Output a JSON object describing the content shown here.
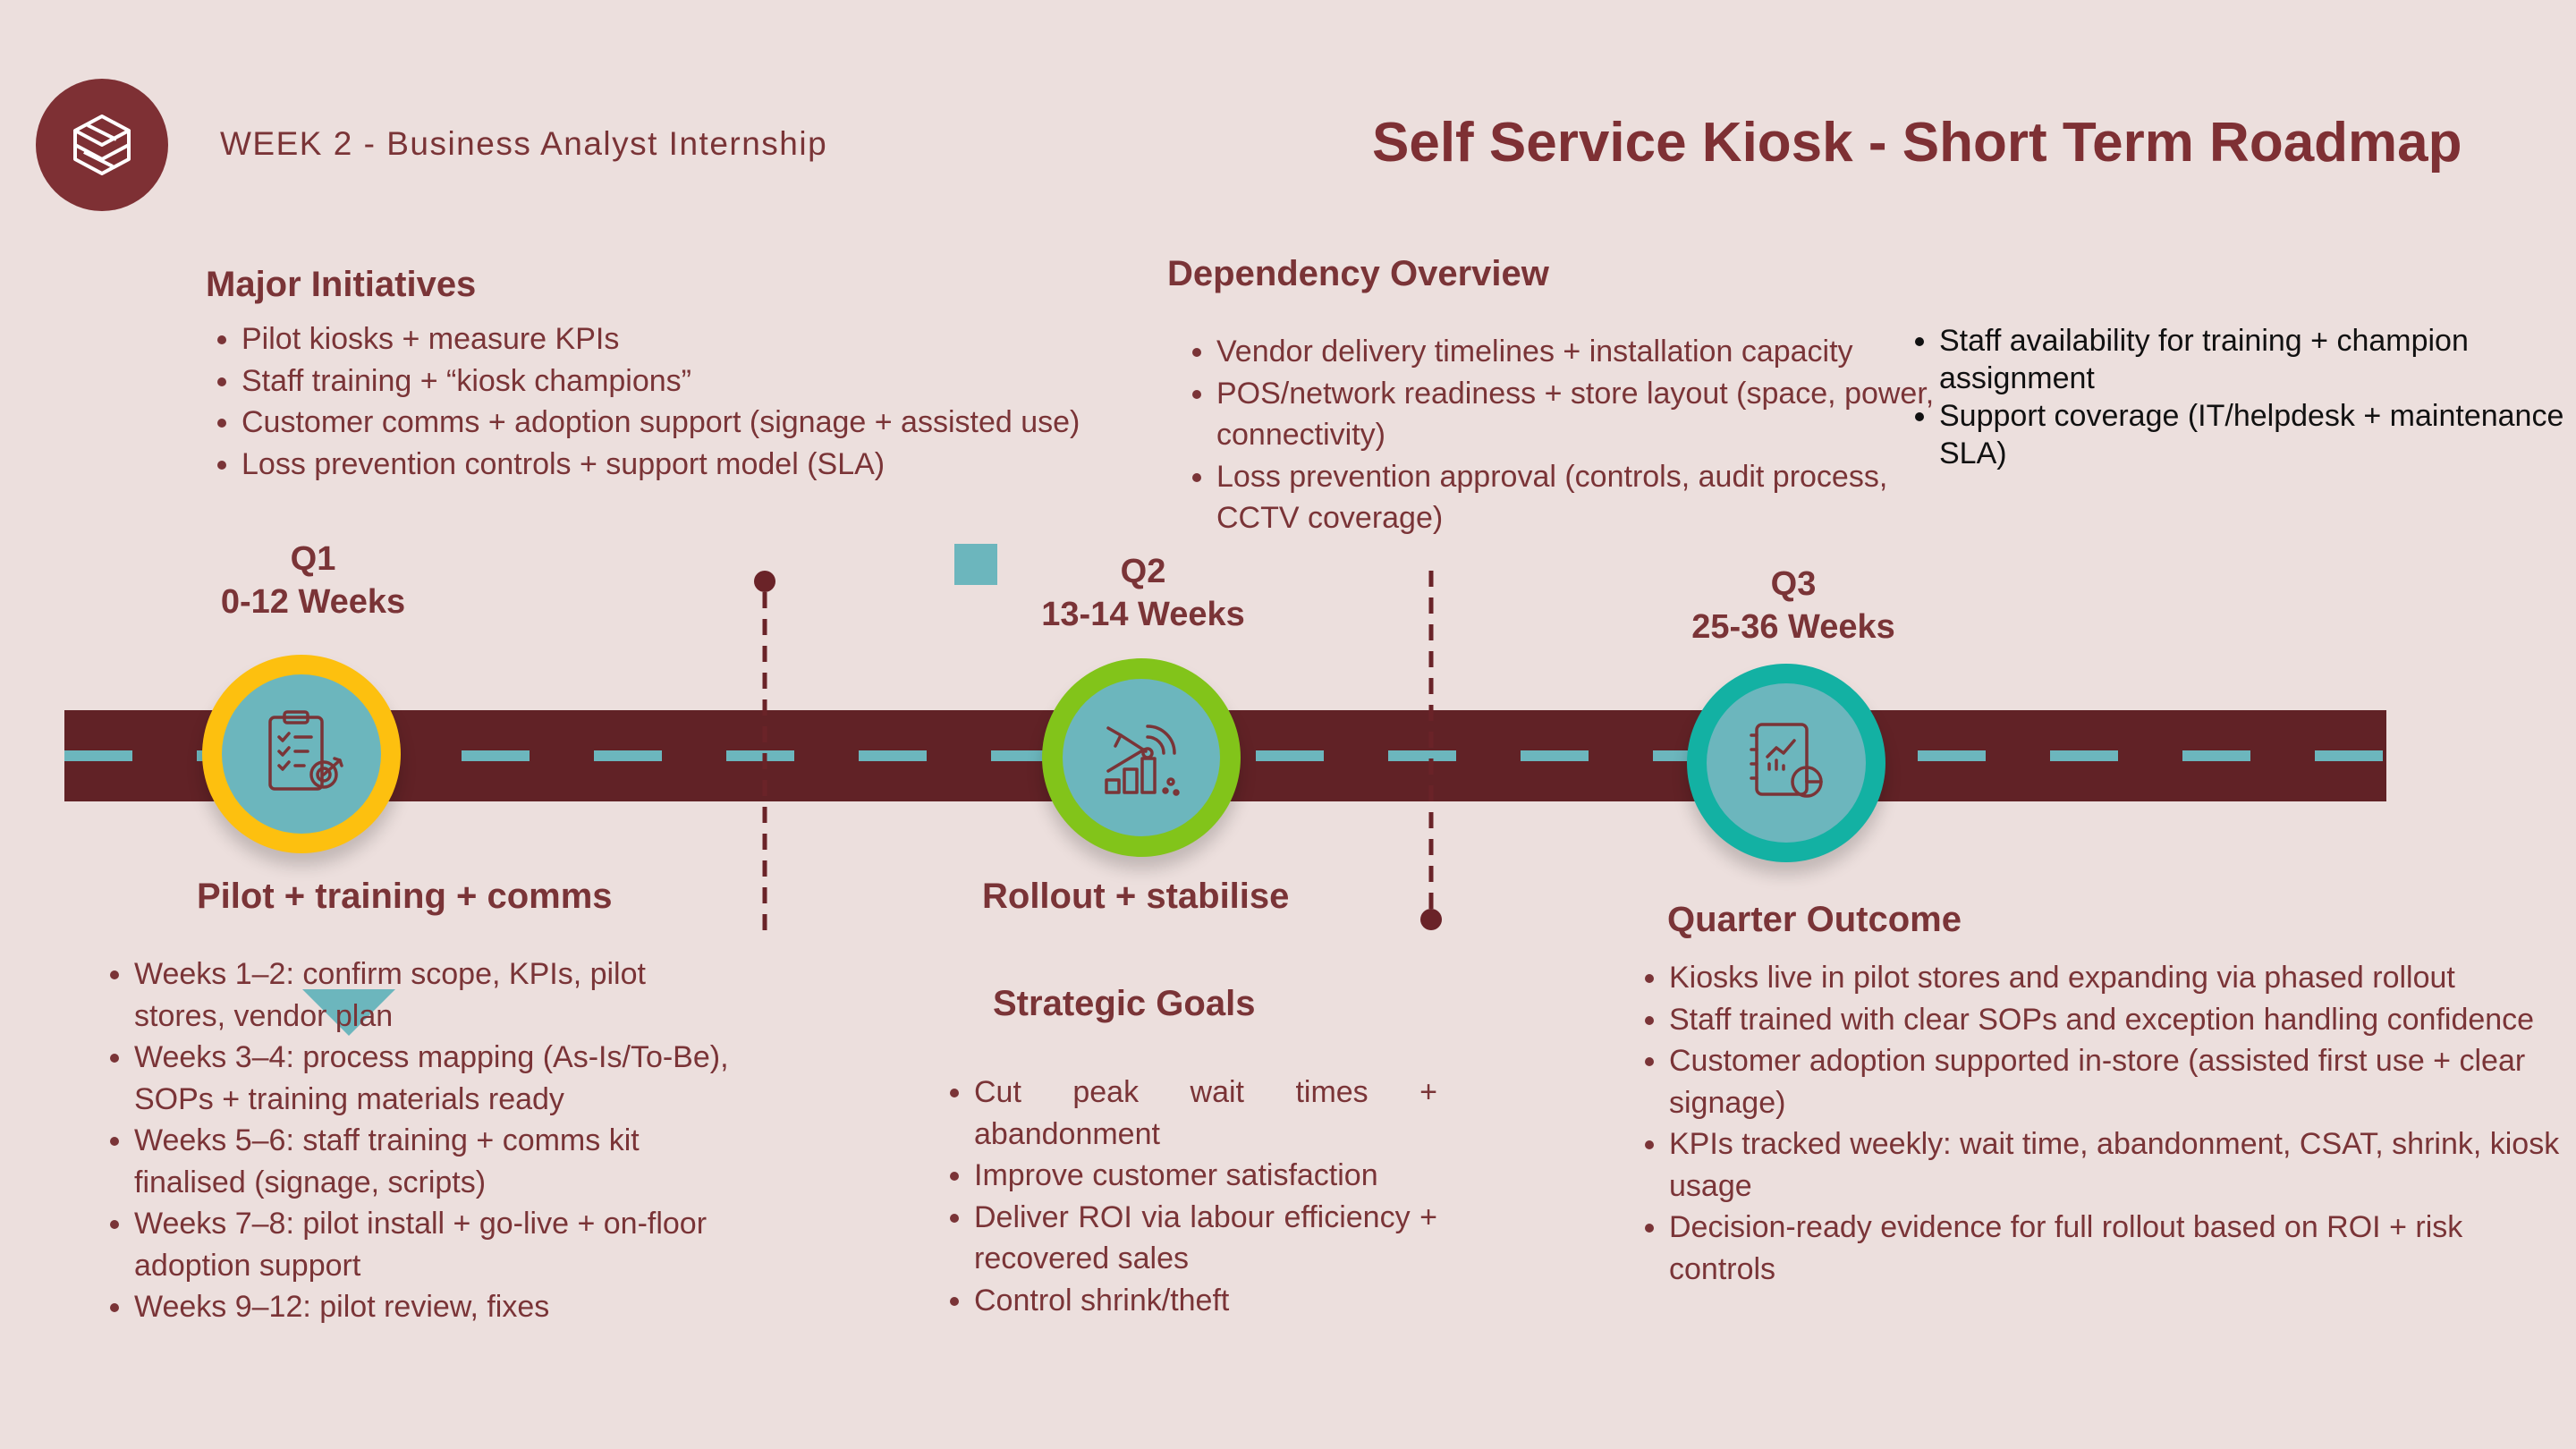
{
  "header": {
    "subtitle": "WEEK 2 - Business Analyst Internship",
    "title": "Self Service Kiosk - Short Term Roadmap"
  },
  "major_initiatives": {
    "heading": "Major Initiatives",
    "items": [
      "Pilot kiosks + measure KPIs",
      "Staff training + “kiosk champions”",
      "Customer comms + adoption support (signage + assisted use)",
      "Loss prevention controls + support model (SLA)"
    ]
  },
  "dependency_overview": {
    "heading": "Dependency Overview",
    "items": [
      "Vendor delivery timelines + installation capacity",
      "POS/network readiness + store layout (space, power, connectivity)",
      "Loss prevention approval (controls, audit process, CCTV coverage)"
    ],
    "items_right": [
      "Staff availability for training + champion assignment",
      "Support coverage (IT/helpdesk + maintenance SLA)"
    ]
  },
  "quarters": [
    {
      "label": "Q1",
      "range": "0-12 Weeks",
      "ring_color": "#fdc00f",
      "icon": "clipboard-target-icon"
    },
    {
      "label": "Q2",
      "range": "13-14 Weeks",
      "ring_color": "#82c41a",
      "icon": "growth-target-icon"
    },
    {
      "label": "Q3",
      "range": "25-36 Weeks",
      "ring_color": "#13b1a3",
      "icon": "report-chart-icon"
    }
  ],
  "pilot": {
    "heading": "Pilot + training + comms",
    "items": [
      "Weeks 1–2: confirm scope, KPIs, pilot stores, vendor plan",
      "Weeks 3–4: process mapping (As-Is/To-Be), SOPs + training materials ready",
      "Weeks 5–6: staff training + comms kit finalised (signage, scripts)",
      "Weeks 7–8: pilot install + go-live + on-floor adoption support",
      "Weeks 9–12: pilot review, fixes"
    ]
  },
  "rollout": {
    "heading": "Rollout + stabilise"
  },
  "strategic_goals": {
    "heading": "Strategic Goals",
    "items": [
      "Cut peak wait times + abandonment",
      "Improve customer satisfaction",
      "Deliver ROI via labour efficiency + recovered sales",
      "Control shrink/theft"
    ]
  },
  "quarter_outcome": {
    "heading": "Quarter Outcome",
    "items": [
      "Kiosks live in pilot stores and expanding via phased rollout",
      "Staff trained with clear SOPs and exception handling confidence",
      "Customer adoption supported in-store (assisted first use + clear signage)",
      "KPIs tracked weekly: wait time, abandonment, CSAT, shrink, kiosk usage",
      "Decision-ready evidence for full rollout based on ROI + risk controls"
    ]
  },
  "colors": {
    "road": "#612226",
    "dash": "#6cb6bd",
    "text": "#7a3437",
    "logo_bg": "#7e3034",
    "background": "#ecdfdd"
  }
}
